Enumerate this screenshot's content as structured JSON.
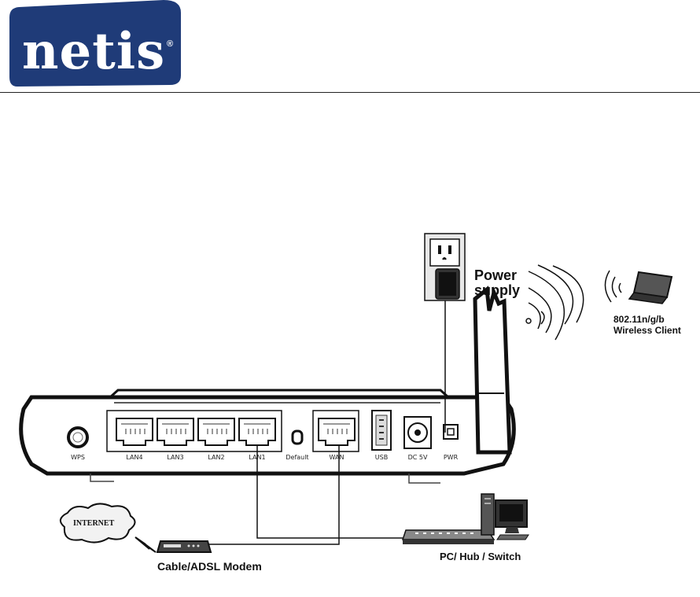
{
  "brand": {
    "name": "netis",
    "registered": "®",
    "color": "#1f3b78"
  },
  "router": {
    "ports": [
      {
        "id": "wps",
        "label": "WPS"
      },
      {
        "id": "lan4",
        "label": "LAN4"
      },
      {
        "id": "lan3",
        "label": "LAN3"
      },
      {
        "id": "lan2",
        "label": "LAN2"
      },
      {
        "id": "lan1",
        "label": "LAN1"
      },
      {
        "id": "default",
        "label": "Default"
      },
      {
        "id": "wan",
        "label": "WAN"
      },
      {
        "id": "usb",
        "label": "USB"
      },
      {
        "id": "dc5v",
        "label": "DC 5V"
      },
      {
        "id": "pwr",
        "label": "PWR"
      }
    ]
  },
  "labels": {
    "power_supply_line1": "Power",
    "power_supply_line2": "supply",
    "wireless_line1": "802.11n/g/b",
    "wireless_line2": "Wireless Client",
    "internet": "INTERNET",
    "modem": "Cable/ADSL Modem",
    "switch": "PC/ Hub / Switch"
  },
  "icons": [
    "wall-outlet-icon",
    "power-adapter-icon",
    "wifi-waves-icon",
    "laptop-icon",
    "internet-cloud-icon",
    "lightning-icon",
    "modem-icon",
    "switch-icon",
    "pc-icon"
  ]
}
